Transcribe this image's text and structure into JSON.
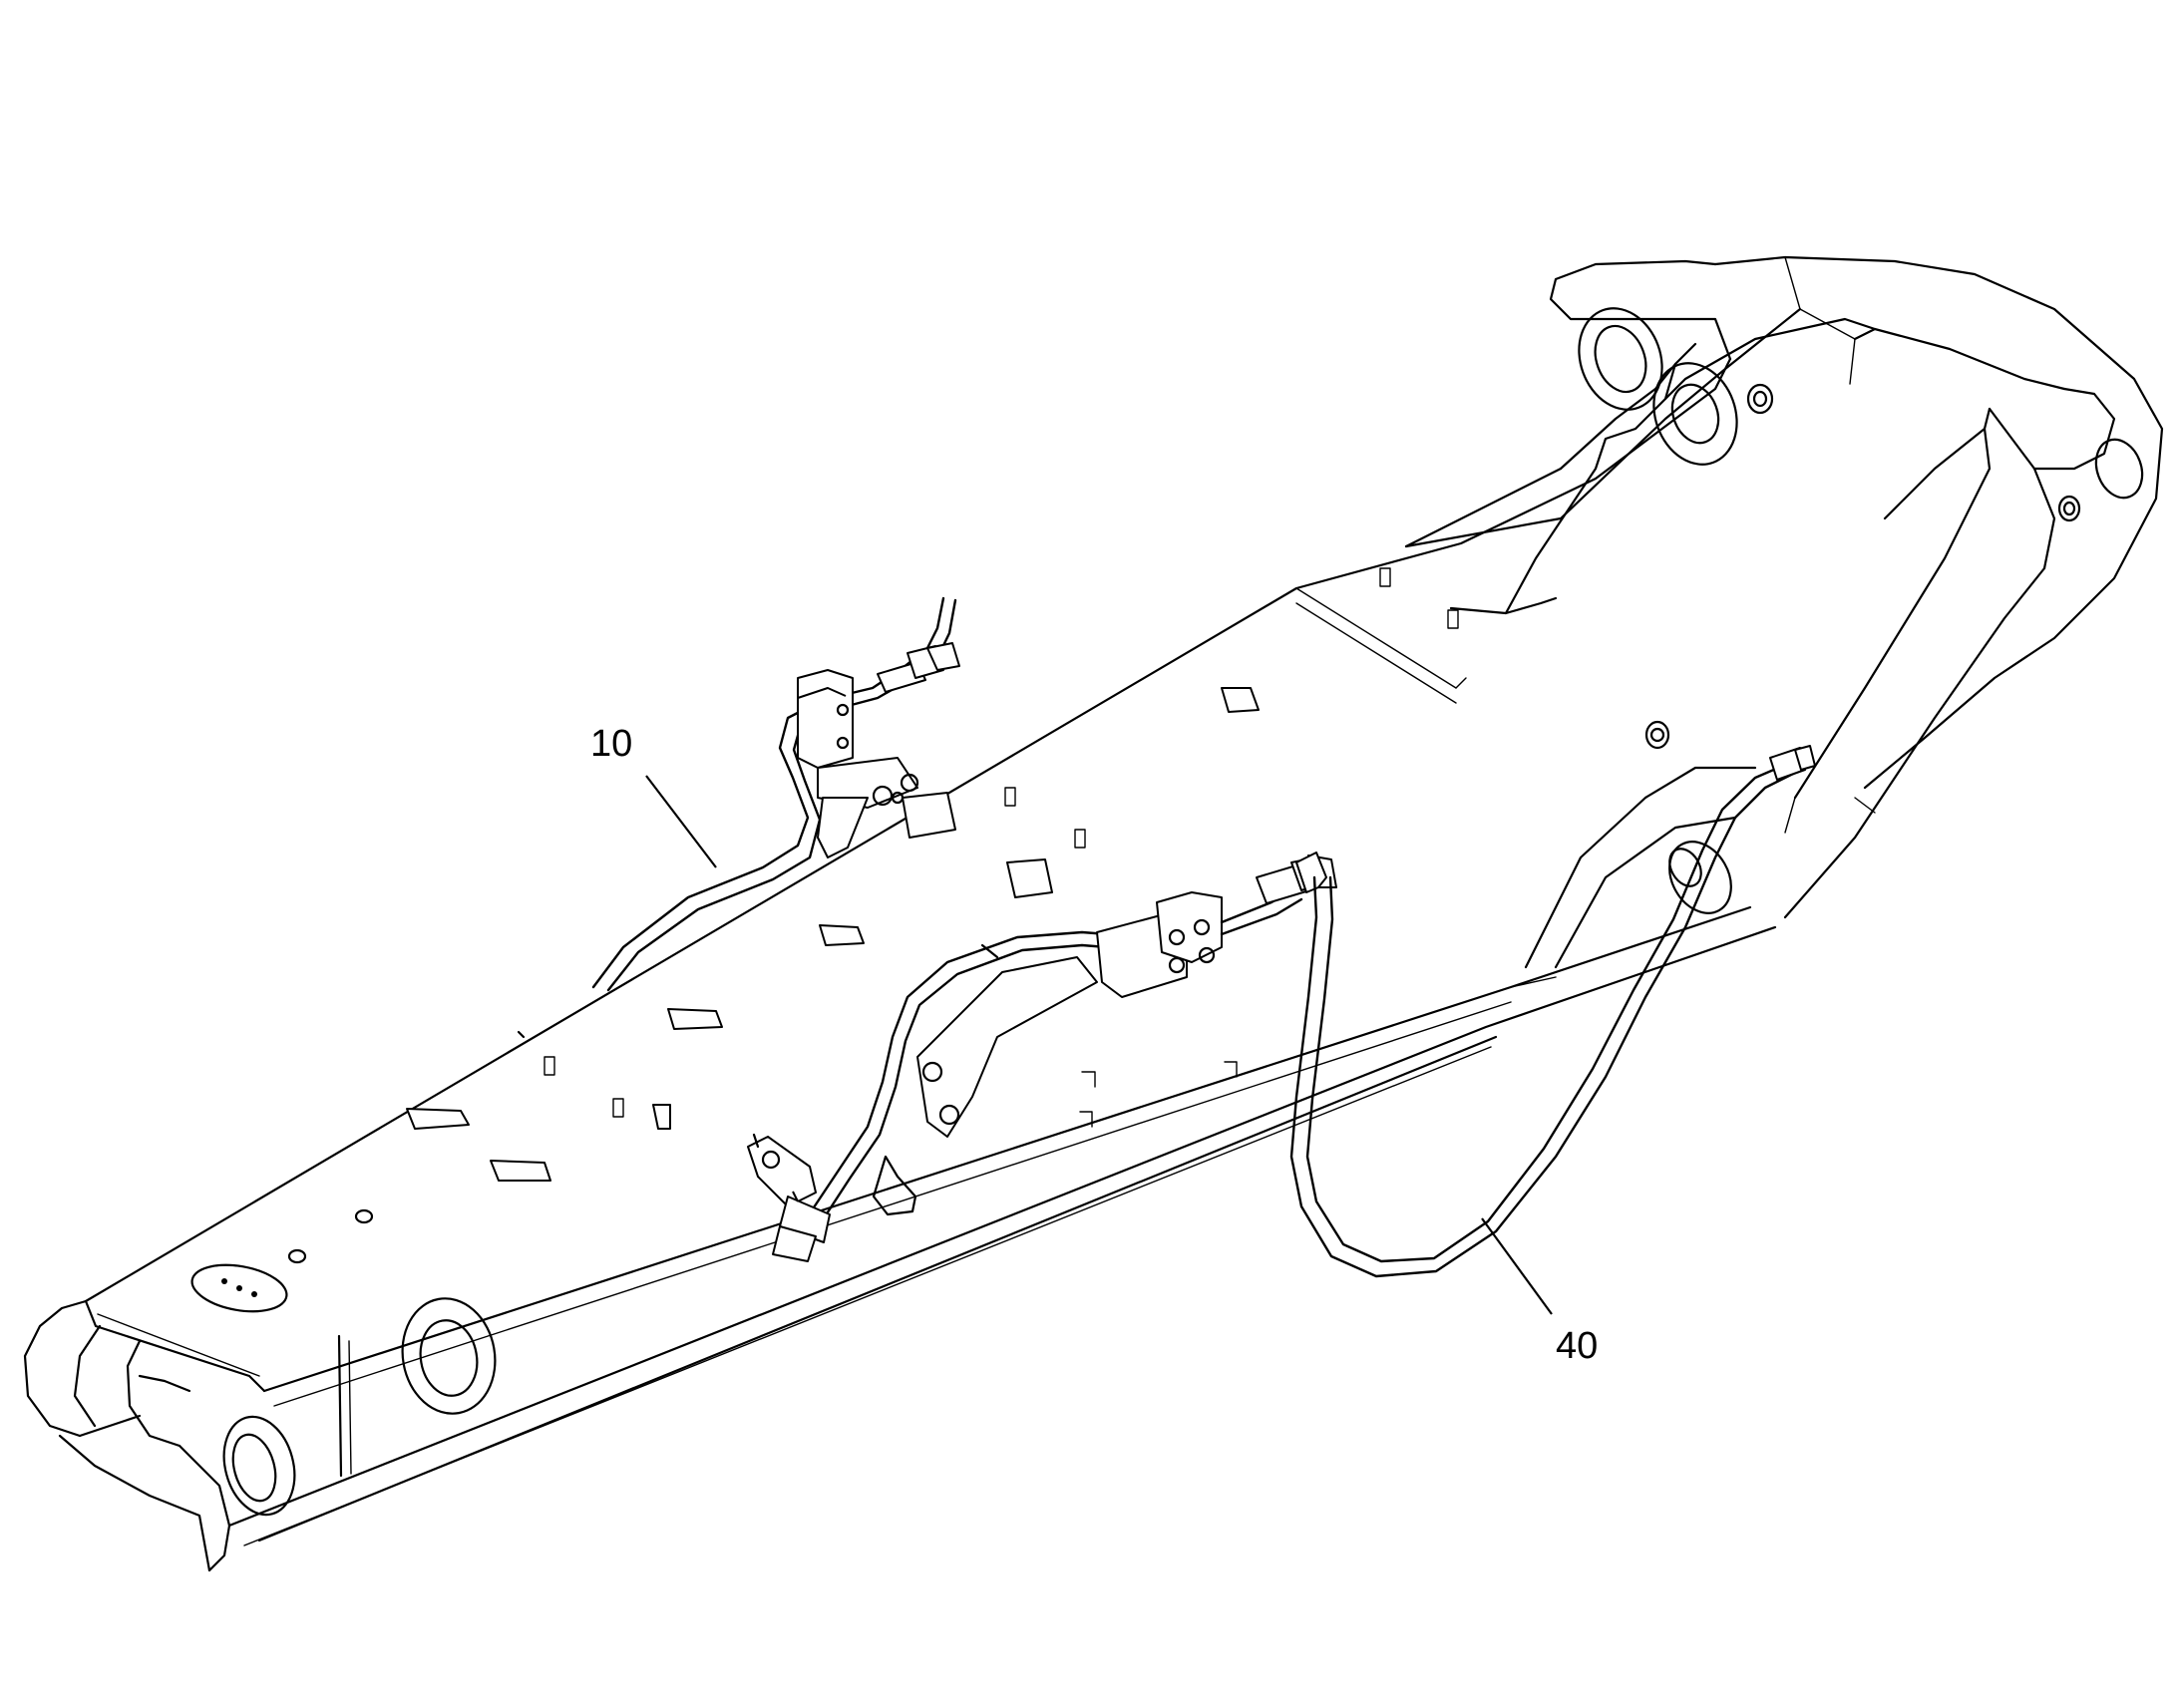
{
  "diagram": {
    "callouts": [
      {
        "id": "hose-10",
        "label": "10"
      },
      {
        "id": "hose-40",
        "label": "40"
      }
    ]
  }
}
